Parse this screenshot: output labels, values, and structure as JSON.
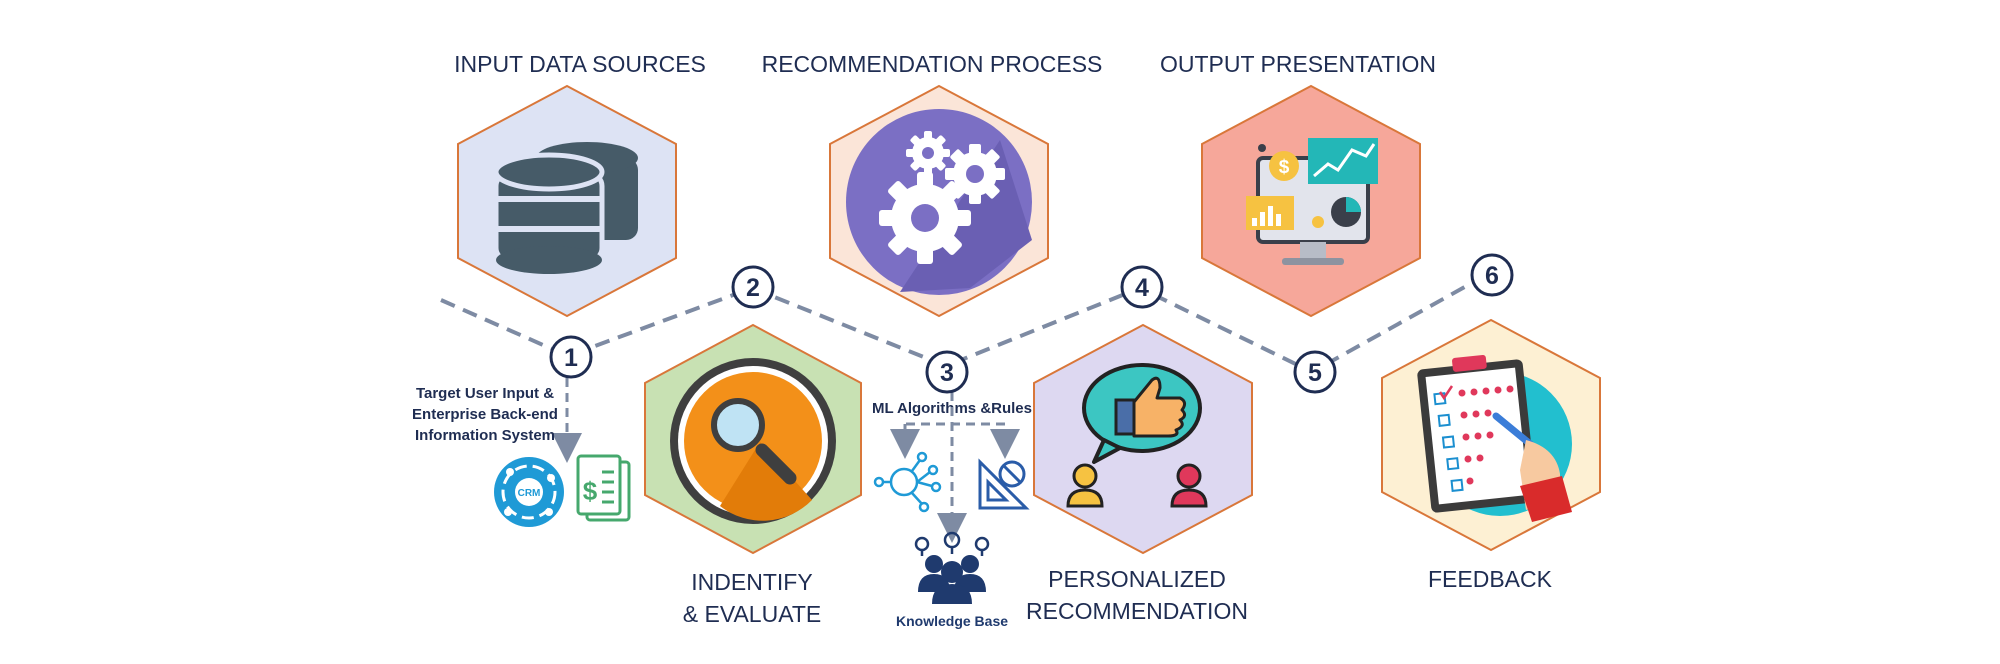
{
  "columns": {
    "input": "INPUT DATA SOURCES",
    "process": "RECOMMENDATION PROCESS",
    "output": "OUTPUT PRESENTATION"
  },
  "steps": [
    {
      "number": "1",
      "label_lines": [
        "Target User Input &",
        "Enterprise Back-end",
        "Information System"
      ]
    },
    {
      "number": "2",
      "label_lines": [
        "INDENTIFY",
        "& EVALUATE"
      ]
    },
    {
      "number": "3",
      "label_lines": [
        "ML Algorithms &Rules"
      ],
      "sub_label": "Knowledge Base"
    },
    {
      "number": "4",
      "label_lines": [
        "PERSONALIZED",
        "RECOMMENDATION"
      ]
    },
    {
      "number": "5",
      "label_lines": []
    },
    {
      "number": "6",
      "label_lines": [
        "FEEDBACK"
      ]
    }
  ],
  "icons": {
    "crm_badge": "CRM",
    "dollar_sign": "$"
  },
  "colors": {
    "hex_border": "#d9773a",
    "input_fill": "#dde3f4",
    "process_fill": "#fbe5d8",
    "output_fill": "#f6a79a",
    "evaluate_fill": "#c8e1b3",
    "recommend_fill": "#ddd8f1",
    "feedback_fill": "#fdf0d3",
    "text": "#1f2d52",
    "dashed_line": "#7e8ba3"
  }
}
